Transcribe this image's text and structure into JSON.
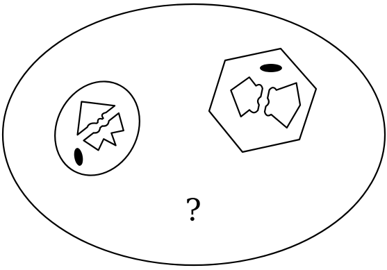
{
  "puzzle": {
    "question_mark": "?",
    "colors": {
      "stroke": "#000000",
      "fill": "#ffffff",
      "dot": "#000000"
    },
    "figures": [
      {
        "name": "oval-figure",
        "container_shape": "ellipse",
        "inner_shape": "split arrow",
        "marker": "black-oval"
      },
      {
        "name": "hexagon-figure",
        "container_shape": "hexagon",
        "inner_shape": "split arrow",
        "marker": "black-oval"
      }
    ]
  }
}
